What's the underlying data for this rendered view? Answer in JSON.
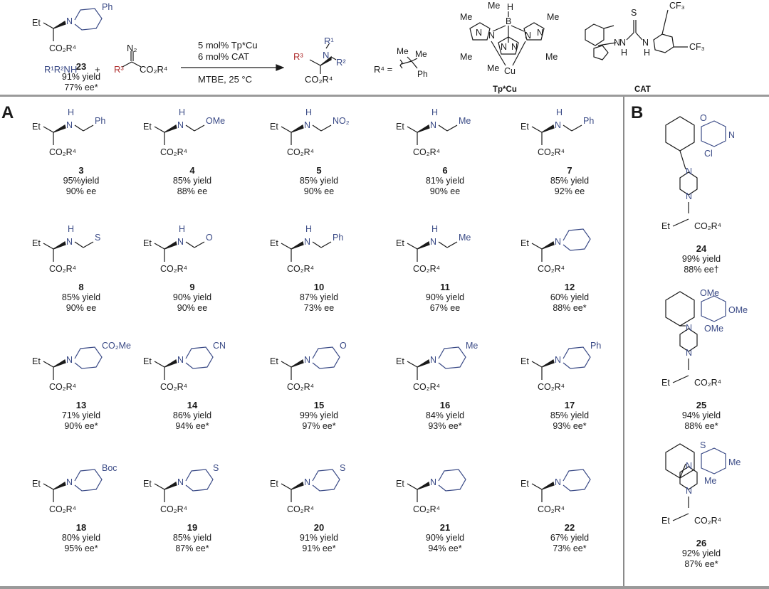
{
  "header": {
    "reactant_amine": "R¹R²NH",
    "plus": "+",
    "diazo_n2": "N₂",
    "diazo_r3": "R³",
    "diazo_ester": "CO₂R⁴",
    "cond_1": "5 mol% Tp*Cu",
    "cond_2": "6 mol% CAT",
    "cond_3": "MTBE, 25 °C",
    "product_r1": "R¹",
    "product_r2": "R²",
    "product_r3": "R³",
    "product_n": "N",
    "product_ester": "CO₂R⁴",
    "r4_def": "R⁴ =",
    "r4_me1": "Me",
    "r4_me2": "Me",
    "r4_ph": "Ph",
    "cat1_label": "Tp*Cu",
    "cat2_label": "CAT",
    "cat1_atoms": [
      "Me",
      "H",
      "B",
      "Me",
      "Me",
      "N",
      "N",
      "N",
      "N",
      "N",
      "N",
      "Me",
      "Me",
      "Cu",
      "Me"
    ],
    "cat2_atoms": [
      "S",
      "N",
      "N",
      "H",
      "H",
      "CF₃",
      "CF₃",
      "N"
    ]
  },
  "panels": {
    "a": "A",
    "b": "B"
  },
  "common": {
    "et": "Et",
    "ester": "CO₂R⁴",
    "n": "N",
    "h": "H"
  },
  "compounds": [
    {
      "num": "3",
      "yield": "95%yield",
      "ee": "90% ee",
      "sub": "Ph"
    },
    {
      "num": "4",
      "yield": "85% yield",
      "ee": "88% ee",
      "sub": "OMe"
    },
    {
      "num": "5",
      "yield": "85% yield",
      "ee": "90% ee",
      "sub": "NO₂"
    },
    {
      "num": "6",
      "yield": "81% yield",
      "ee": "90% ee",
      "sub": "Me"
    },
    {
      "num": "7",
      "yield": "85% yield",
      "ee": "92% ee",
      "sub": "Ph"
    },
    {
      "num": "8",
      "yield": "85% yield",
      "ee": "90% ee",
      "sub": "S"
    },
    {
      "num": "9",
      "yield": "90% yield",
      "ee": "90% ee",
      "sub": "O"
    },
    {
      "num": "10",
      "yield": "87% yield",
      "ee": "73% ee",
      "sub": "Ph"
    },
    {
      "num": "11",
      "yield": "90% yield",
      "ee": "67% ee",
      "sub": "Me"
    },
    {
      "num": "12",
      "yield": "60% yield",
      "ee": "88% ee*",
      "sub": ""
    },
    {
      "num": "13",
      "yield": "71% yield",
      "ee": "90% ee*",
      "sub": "CO₂Me"
    },
    {
      "num": "14",
      "yield": "86% yield",
      "ee": "94% ee*",
      "sub": "CN"
    },
    {
      "num": "15",
      "yield": "99% yield",
      "ee": "97% ee*",
      "sub": "O"
    },
    {
      "num": "16",
      "yield": "84% yield",
      "ee": "93% ee*",
      "sub": "Me"
    },
    {
      "num": "17",
      "yield": "85% yield",
      "ee": "93% ee*",
      "sub": "Ph"
    },
    {
      "num": "18",
      "yield": "80% yield",
      "ee": "95% ee*",
      "sub": "Boc"
    },
    {
      "num": "19",
      "yield": "85% yield",
      "ee": "87% ee*",
      "sub": "S"
    },
    {
      "num": "20",
      "yield": "91% yield",
      "ee": "91% ee*",
      "sub": "S"
    },
    {
      "num": "21",
      "yield": "90% yield",
      "ee": "94% ee*",
      "sub": ""
    },
    {
      "num": "22",
      "yield": "67% yield",
      "ee": "73% ee*",
      "sub": ""
    },
    {
      "num": "23",
      "yield": "91% yield",
      "ee": "77% ee*",
      "sub": "Ph"
    }
  ],
  "panel_b": [
    {
      "num": "24",
      "yield": "99% yield",
      "ee": "88% ee†",
      "atoms": [
        "O",
        "N",
        "Cl",
        "N",
        "N"
      ]
    },
    {
      "num": "25",
      "yield": "94% yield",
      "ee": "88% ee*",
      "atoms": [
        "OMe",
        "OMe",
        "OMe",
        "N",
        "N"
      ]
    },
    {
      "num": "26",
      "yield": "92% yield",
      "ee": "87% ee*",
      "atoms": [
        "S",
        "Me",
        "Me",
        "N",
        "N"
      ]
    }
  ],
  "extra_labels": {
    "me_n_label": "Me",
    "n_label": "N",
    "nh_label": "NH",
    "ph2": "Ph"
  }
}
